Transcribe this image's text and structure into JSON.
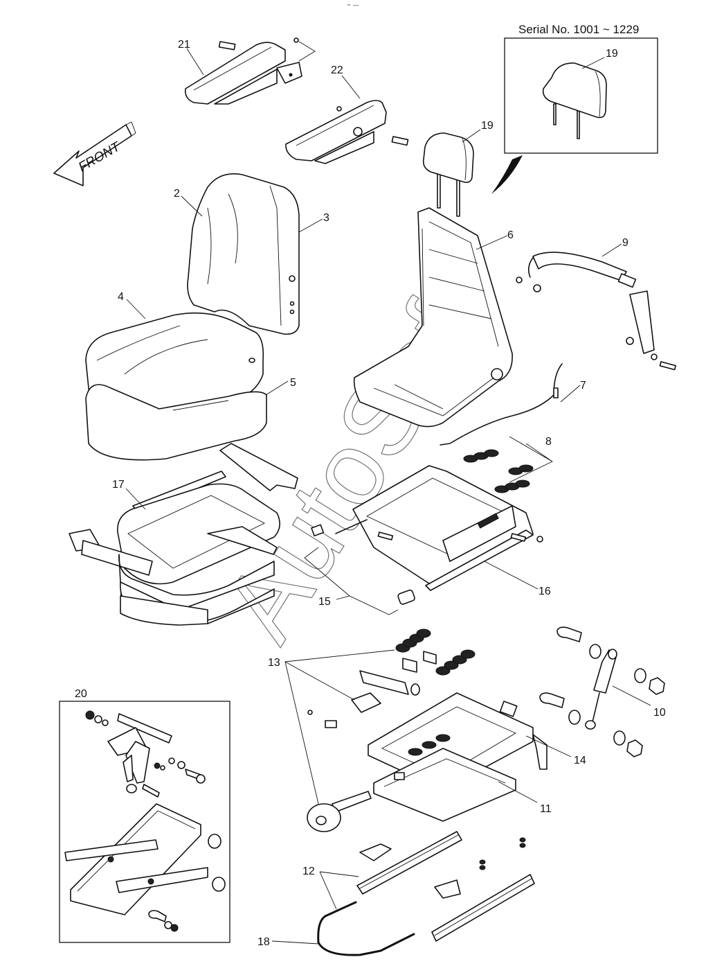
{
  "title": "Seat assembly exploded parts diagram",
  "serial_box": {
    "caption": "Serial No. 1001 ~ 1229",
    "callout": "19"
  },
  "direction_arrow": {
    "label": "FRONT"
  },
  "inset_20": {
    "callout": "20"
  },
  "watermark": "AutoSoft",
  "callouts": [
    {
      "id": "21",
      "part": "armrest-left"
    },
    {
      "id": "22",
      "part": "armrest-right"
    },
    {
      "id": "19",
      "part": "headrest"
    },
    {
      "id": "2",
      "part": "backrest-cushion"
    },
    {
      "id": "3",
      "part": "backrest-cover"
    },
    {
      "id": "4",
      "part": "seat-cushion"
    },
    {
      "id": "5",
      "part": "seat-cushion-base"
    },
    {
      "id": "6",
      "part": "seat-frame"
    },
    {
      "id": "9",
      "part": "seat-belt"
    },
    {
      "id": "7",
      "part": "recline-cable"
    },
    {
      "id": "8",
      "part": "springs"
    },
    {
      "id": "17",
      "part": "bracket"
    },
    {
      "id": "16",
      "part": "slide-base"
    },
    {
      "id": "15",
      "part": "cap"
    },
    {
      "id": "13",
      "part": "suspension-kit"
    },
    {
      "id": "10",
      "part": "shock-absorber"
    },
    {
      "id": "14",
      "part": "suspension-upper"
    },
    {
      "id": "11",
      "part": "suspension-lower"
    },
    {
      "id": "12",
      "part": "slide-rails"
    },
    {
      "id": "18",
      "part": "slide-lever"
    }
  ]
}
